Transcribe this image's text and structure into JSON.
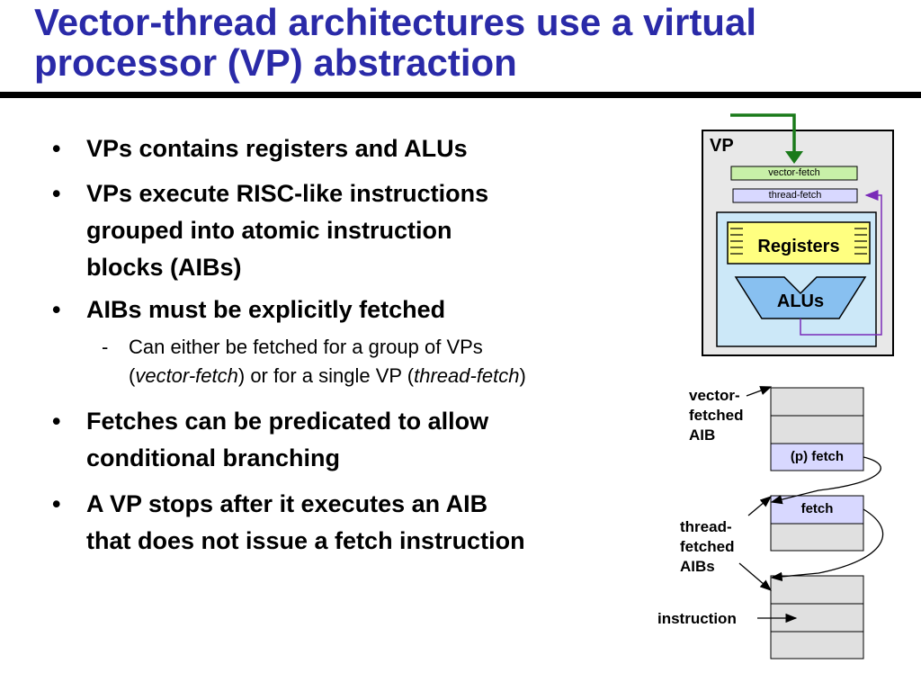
{
  "slide": {
    "title_line1": "Vector-thread architectures use a virtual",
    "title_line2": "processor (VP) abstraction"
  },
  "bullets": [
    {
      "lines": [
        "VPs contains registers and ALUs"
      ]
    },
    {
      "lines": [
        "VPs execute RISC-like instructions",
        "grouped into atomic instruction",
        "blocks (AIBs)"
      ]
    },
    {
      "lines": [
        "AIBs must be explicitly fetched"
      ]
    },
    {
      "sub_prefix": "Can either be fetched for a group of VPs",
      "sub_open": "(",
      "sub_italic1": "vector-fetch",
      "sub_mid": ") or for a single VP (",
      "sub_italic2": "thread-fetch",
      "sub_close": ")"
    },
    {
      "lines": [
        "Fetches can be predicated to allow",
        "conditional branching"
      ]
    },
    {
      "lines": [
        "A VP stops after it executes an AIB",
        "that does not issue a fetch instruction"
      ]
    }
  ],
  "diagram": {
    "vp_label": "VP",
    "vector_fetch_label": "vector-fetch",
    "thread_fetch_label": "thread-fetch",
    "registers_label": "Registers",
    "alus_label": "ALUs",
    "vector_fetched_aib_lines": [
      "vector-",
      "fetched",
      "AIB"
    ],
    "thread_fetched_aibs_lines": [
      "thread-",
      "fetched",
      "AIBs"
    ],
    "instruction_label": "instruction",
    "p_fetch_cell": "(p) fetch",
    "fetch_cell": "fetch"
  },
  "colors": {
    "title": "#2a2aa8",
    "vector_fetch_fill": "#c8f0a8",
    "thread_fetch_fill": "#d8d8ff",
    "lane_fill": "#cce8f8",
    "registers_fill": "#ffff80",
    "alus_fill": "#88c0f0",
    "fetch_cell_fill": "#d8d8ff",
    "green_arrow": "#1a7a1a",
    "purple_arrow": "#7a2ab8"
  }
}
